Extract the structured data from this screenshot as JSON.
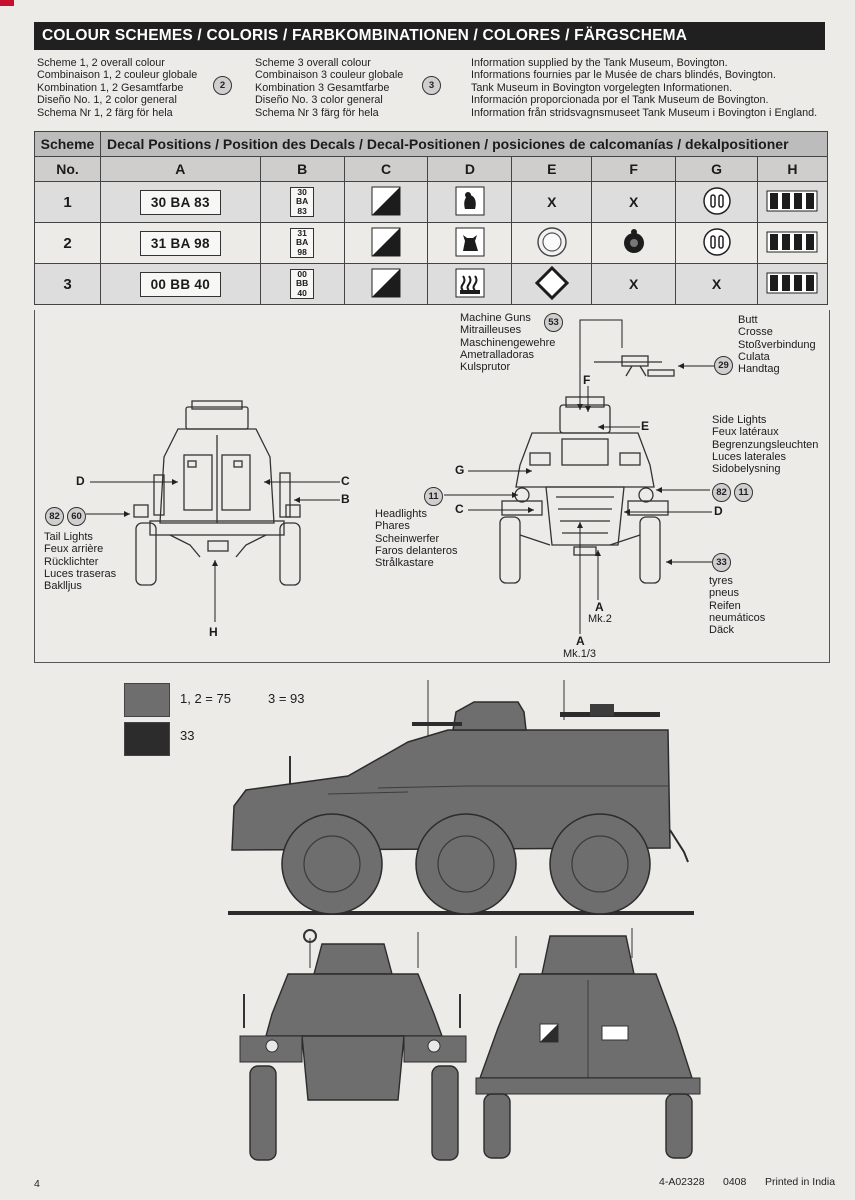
{
  "header": {
    "title": "COLOUR SCHEMES / COLORIS / FARBKOMBINATIONEN / COLORES / FÄRGSCHEMA"
  },
  "scheme_info": {
    "block1": {
      "lines": [
        "Scheme 1, 2 overall colour",
        "Combinaison 1, 2 couleur globale",
        "Kombination 1, 2 Gesamtfarbe",
        "Diseño No. 1, 2 color general",
        "Schema Nr 1, 2 färg för hela"
      ],
      "paint": "2"
    },
    "block2": {
      "lines": [
        "Scheme 3 overall colour",
        "Combinaison 3 couleur globale",
        "Kombination 3 Gesamtfarbe",
        "Diseño No. 3 color general",
        "Schema Nr 3 färg för hela"
      ],
      "paint": "3"
    },
    "block3": {
      "lines": [
        "Information supplied by the Tank Museum, Bovington.",
        "Informations fournies par le Musée de chars blindés, Bovington.",
        "Tank Museum in Bovington vorgelegten Informationen.",
        "Información proporcionada por el Tank Museum de Bovington.",
        "Information från stridsvagnsmuseet Tank Museum i Bovington i England."
      ]
    }
  },
  "table": {
    "col_scheme": "Scheme",
    "col_no": "No.",
    "col_positions": "Decal Positions / Position des Decals / Decal-Positionen / posiciones de calcomanías / dekalpositioner",
    "letters": [
      "A",
      "B",
      "C",
      "D",
      "E",
      "F",
      "G",
      "H"
    ],
    "rows": [
      {
        "no": "1",
        "a": "30 BA 83",
        "b": [
          "30",
          "BA",
          "83"
        ],
        "e": "X",
        "f": "X"
      },
      {
        "no": "2",
        "a": "31 BA 98",
        "b": [
          "31",
          "BA",
          "98"
        ]
      },
      {
        "no": "3",
        "a": "00 BB 40",
        "b": [
          "00",
          "BB",
          "40"
        ],
        "f": "X",
        "g": "X"
      }
    ]
  },
  "front_view": {
    "machine_guns": {
      "lines": [
        "Machine Guns",
        "Mitrailleuses",
        "Maschinengewehre",
        "Ametralladoras",
        "Kulsprutor"
      ],
      "part": "53"
    },
    "butt": {
      "lines": [
        "Butt",
        "Crosse",
        "Stoßverbindung",
        "Culata",
        "Handtag"
      ],
      "part": "29"
    },
    "side_lights": {
      "lines": [
        "Side Lights",
        "Feux latéraux",
        "Begrenzungsleuchten",
        "Luces laterales",
        "Sidobelysning"
      ],
      "parts": [
        "82",
        "11"
      ]
    },
    "headlights": {
      "lines": [
        "Headlights",
        "Phares",
        "Scheinwerfer",
        "Faros delanteros",
        "Strålkastare"
      ],
      "part": "11"
    },
    "tyres": {
      "lines": [
        "tyres",
        "pneus",
        "Reifen",
        "neumáticos",
        "Däck"
      ],
      "part": "33"
    },
    "letters": {
      "f": "F",
      "e": "E",
      "g": "G",
      "c": "C",
      "d": "D",
      "a1": "A",
      "a1_sub": "Mk.2",
      "a2": "A",
      "a2_sub": "Mk.1/3"
    }
  },
  "rear_view": {
    "tail_lights": {
      "lines": [
        "Tail Lights",
        "Feux arrière",
        "Rücklichter",
        "Luces traseras",
        "Baklljus"
      ],
      "parts": [
        "82",
        "60"
      ]
    },
    "letters": {
      "d": "D",
      "c": "C",
      "b": "B",
      "h": "H"
    }
  },
  "legend": {
    "swatch1": {
      "color": "#6e6e6e",
      "label": "1, 2 = 75",
      "label2": "3 = 93"
    },
    "swatch2": {
      "color": "#2c2c2c",
      "label": "33"
    }
  },
  "footer": {
    "page": "4",
    "code": "4-A02328",
    "date": "0408",
    "printed": "Printed in India"
  }
}
